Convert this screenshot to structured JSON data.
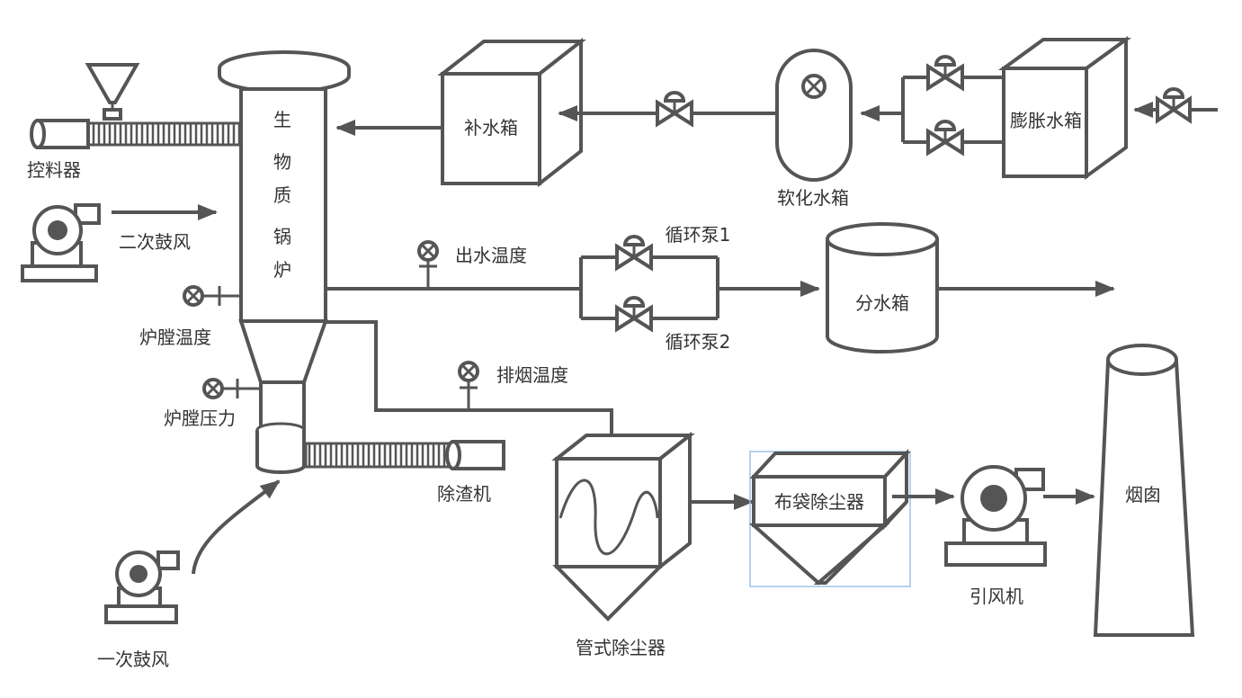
{
  "diagram": {
    "title": "",
    "labels": {
      "boiler_chars": [
        "生",
        "物",
        "质",
        "锅",
        "炉"
      ],
      "feeder": "控料器",
      "secondary_air": "二次鼓风",
      "furnace_temp": "炉膛温度",
      "furnace_pressure": "炉膛压力",
      "slag_remover": "除渣机",
      "primary_air": "一次鼓风",
      "makeup_tank": "补水箱",
      "softened_tank": "软化水箱",
      "expansion_tank": "膨胀水箱",
      "outlet_temp": "出水温度",
      "pump1": "循环泵1",
      "pump2": "循环泵2",
      "distributor": "分水箱",
      "exhaust_temp": "排烟温度",
      "tube_collector": "管式除尘器",
      "bag_filter": "布袋除尘器",
      "induced_fan": "引风机",
      "chimney": "烟囱"
    }
  }
}
